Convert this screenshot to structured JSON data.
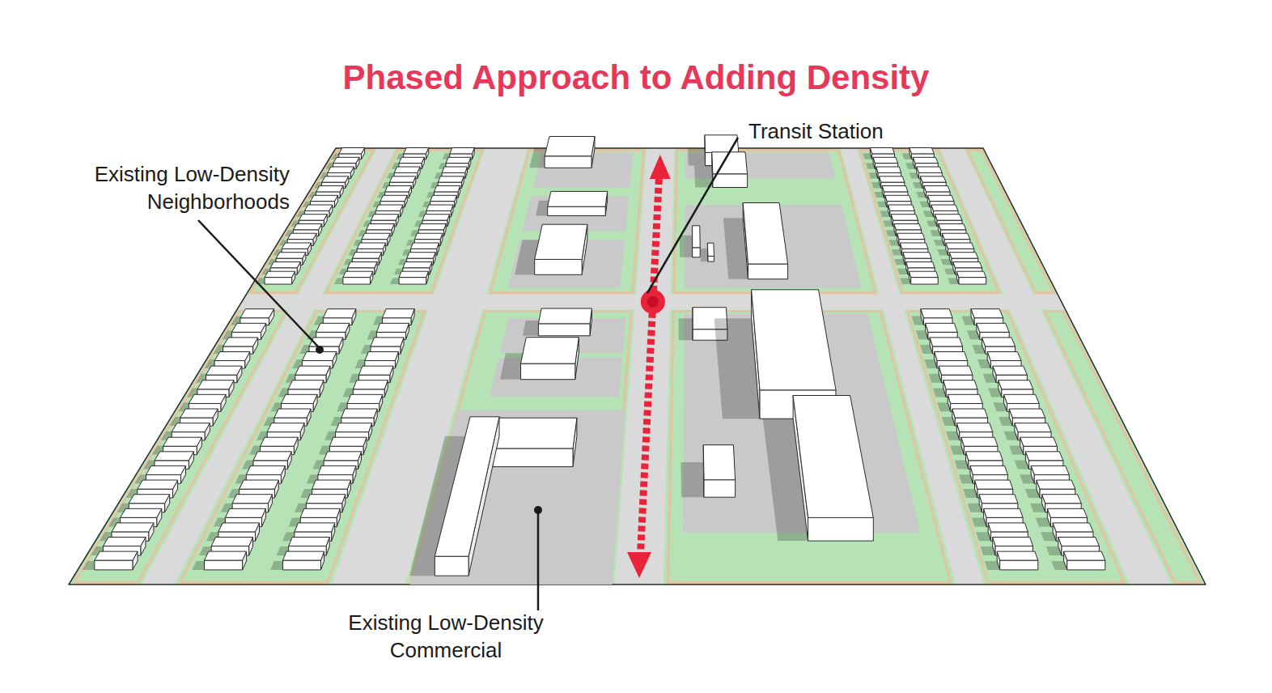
{
  "diagram": {
    "title": "Phased Approach to Adding Density",
    "labels": [
      "Transit Station",
      "Existing Low-Density Neighborhoods",
      "Existing Low-Density Commercial"
    ]
  }
}
